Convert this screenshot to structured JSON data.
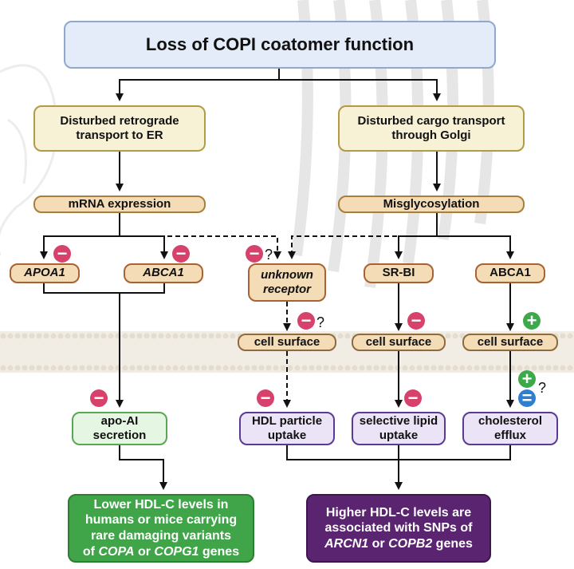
{
  "title": "Loss of COPI coatomer function",
  "left_branch": {
    "process": "Disturbed retrograde transport to ER",
    "step": "mRNA expression",
    "apoa1": "APOA1",
    "abca1": "ABCA1",
    "output": "apo-AI secretion",
    "outcome": {
      "line1": "Lower HDL-C levels in",
      "line2": "humans or mice carrying",
      "line3": "rare damaging variants",
      "line4_pre": "of ",
      "gene1": "COPA",
      "line4_mid": " or ",
      "gene2": "COPG1",
      "line4_post": " genes"
    }
  },
  "right_branch": {
    "process": "Disturbed cargo transport through Golgi",
    "step": "Misglycosylation",
    "receptor_line1": "unknown",
    "receptor_line2": "receptor",
    "srbi": "SR-BI",
    "abca1": "ABCA1",
    "cell_surface": "cell surface",
    "hdl_uptake": "HDL particle uptake",
    "lipid_uptake": "selective lipid uptake",
    "efflux": "cholesterol efflux",
    "outcome": {
      "line1": "Higher HDL-C levels are",
      "line2": "associated with SNPs of",
      "gene1": "ARCN1",
      "line3_mid": " or ",
      "gene2": "COPB2",
      "line3_post": " genes"
    }
  },
  "symbols": {
    "minus": "−",
    "plus": "+",
    "equal": "=",
    "question": "?"
  },
  "colors": {
    "inhibit": "#d6426b",
    "activate": "#3da94a",
    "neutral": "#2f7fd0",
    "lower_hdl": "#3fa548",
    "higher_hdl": "#5a2470"
  }
}
